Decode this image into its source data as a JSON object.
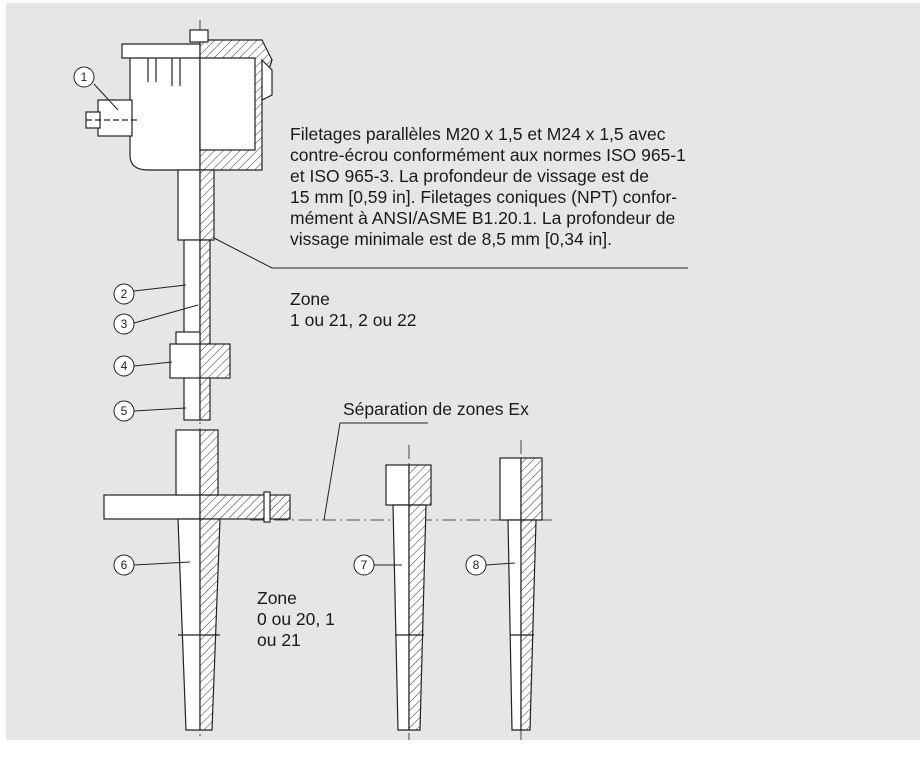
{
  "notes": {
    "threads": "Filetages parallèles M20 x 1,5 et M24 x 1,5 avec\ncontre-écrou conformément aux normes ISO 965-1\net ISO 965-3. La profondeur de vissage est de\n15 mm [0,59 in]. Filetages coniques (NPT) confor-\nmément à ANSI/ASME B1.20.1. La profondeur de\nvissage minimale est de 8,5 mm [0,34 in].",
    "zone_upper": "Zone\n1 ou 21, 2 ou 22",
    "zone_separation": "Séparation de zones Ex",
    "zone_lower": "Zone\n0 ou 20, 1\nou 21"
  },
  "callouts": [
    "1",
    "2",
    "3",
    "4",
    "5",
    "6",
    "7",
    "8"
  ]
}
